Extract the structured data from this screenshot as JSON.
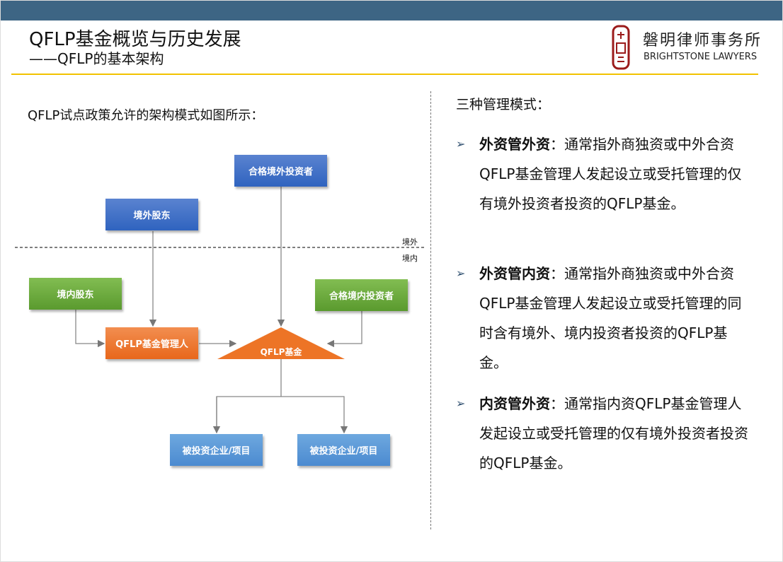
{
  "header": {
    "title": "QFLP基金概览与历史发展",
    "subtitle": "——QFLP的基本架构",
    "firm_cn": "磐明律师事务所",
    "firm_en": "BRIGHTSTONE LAWYERS"
  },
  "colors": {
    "topbar": "#3d6584",
    "rule": "#f2c200",
    "blue": "#2f63bf",
    "green": "#5a9a2e",
    "orange": "#e8671b",
    "light_blue": "#4b8ad0"
  },
  "diagram": {
    "intro": "QFLP试点政策允许的架构模式如图所示：",
    "qfii": "合格境外投资者",
    "foreign_shareholder": "境外股东",
    "domestic_shareholder": "境内股东",
    "qdlp": "合格境内投资者",
    "manager": "QFLP基金管理人",
    "fund": "QFLP基金",
    "target1": "被投资企业/项目",
    "target2": "被投资企业/项目",
    "offshore": "境外",
    "onshore": "境内"
  },
  "modes": {
    "title": "三种管理模式：",
    "items": [
      {
        "name": "外资管外资",
        "text": "：通常指外商独资或中外合资QFLP基金管理人发起设立或受托管理的仅有境外投资者投资的QFLP基金。"
      },
      {
        "name": "外资管内资",
        "text": "：通常指外商独资或中外合资QFLP基金管理人发起设立或受托管理的同时含有境外、境内投资者投资的QFLP基金。"
      },
      {
        "name": "内资管外资",
        "text": "：通常指内资QFLP基金管理人发起设立或受托管理的仅有境外投资者投资的QFLP基金。"
      }
    ]
  }
}
